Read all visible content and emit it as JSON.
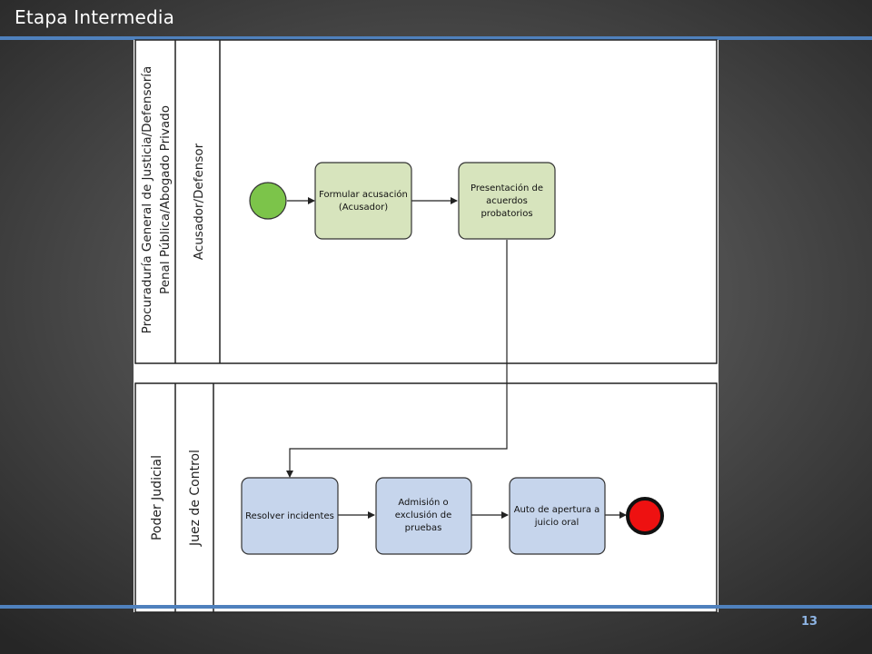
{
  "slide": {
    "title": "Etapa Intermedia",
    "page_number": "13"
  },
  "pools": {
    "top": {
      "pool_label_line1": "Procuraduría General de Justicia/Defensoría",
      "pool_label_line2": "Penal Pública/Abogado Privado",
      "lane_label": "Acusador/Defensor"
    },
    "bottom": {
      "pool_label": "Poder Judicial",
      "lane_label": "Juez de Control"
    }
  },
  "tasks": {
    "formular": {
      "line1": "Formular acusación",
      "line2": "(Acusador)"
    },
    "presentacion": {
      "line1": "Presentación de",
      "line2": "acuerdos",
      "line3": "probatorios"
    },
    "resolver": {
      "line1": "Resolver incidentes"
    },
    "admision": {
      "line1": "Admisión o",
      "line2": "exclusión de",
      "line3": "pruebas"
    },
    "auto": {
      "line1": "Auto de apertura a",
      "line2": "juicio oral"
    }
  },
  "colors": {
    "accent": "#4f81bd",
    "start_event": "#7cc44a",
    "end_event": "#ee1111",
    "top_task_fill": "#d7e4bd",
    "bottom_task_fill": "#c6d5ec"
  }
}
